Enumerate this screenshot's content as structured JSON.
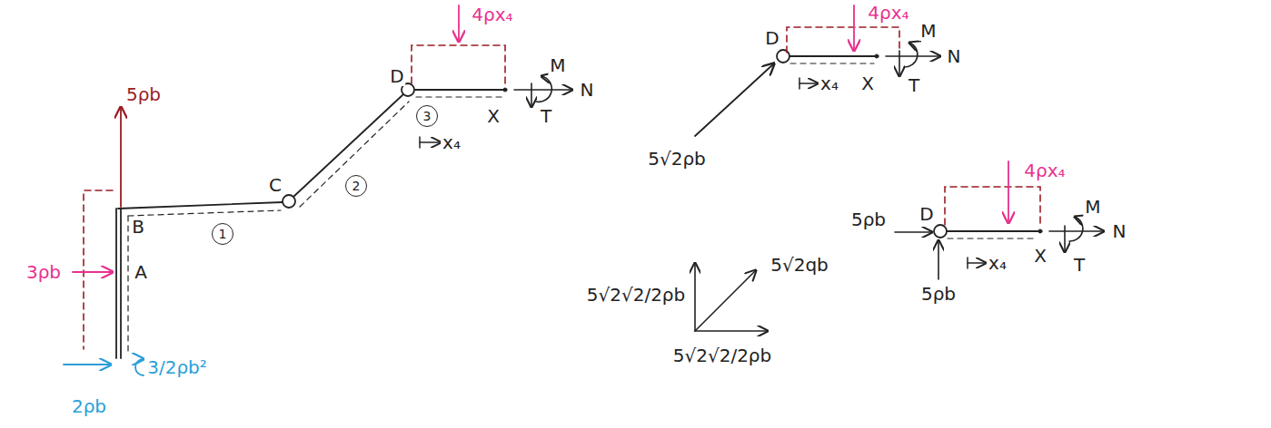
{
  "diagram": {
    "nodes": [
      {
        "text": [
          "1"
        ]
      },
      {
        "text": [
          "2"
        ]
      },
      {
        "text": [
          "3"
        ]
      }
    ],
    "labels": [
      "5ρb",
      "3ρb",
      "2ρb",
      "3/2ρb²",
      "B",
      "A",
      "C",
      "D",
      "X",
      "4ρx₄",
      "x₄",
      "M",
      "N",
      "T",
      "D",
      "4ρx₄",
      "M",
      "N",
      "T",
      "X",
      "x₄",
      "5√2ρb",
      "5√2qb",
      "5√2√2/2ρb",
      "5√2√2/2ρb",
      "4ρx₄",
      "5ρb",
      "D",
      "5ρb",
      "X",
      "x₄",
      "M",
      "N",
      "T"
    ]
  }
}
